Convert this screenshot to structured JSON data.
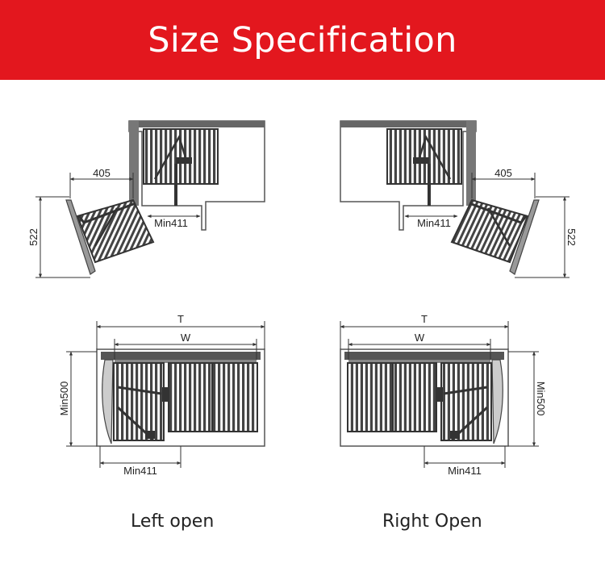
{
  "header": {
    "title": "Size Specification"
  },
  "colors": {
    "banner": "#e3171e",
    "line": "#333333",
    "frame": "#555555",
    "basket": "#3a3a3a",
    "dim": "#444444"
  },
  "plans": {
    "left": {
      "width_dim": "405",
      "depth_dim": "522",
      "min_opening": "Min411"
    },
    "right": {
      "width_dim": "405",
      "depth_dim": "522",
      "min_opening": "Min411"
    }
  },
  "elevations": {
    "left": {
      "total_label": "T",
      "width_label": "W",
      "height_dim": "Min500",
      "min_opening": "Min411"
    },
    "right": {
      "total_label": "T",
      "width_label": "W",
      "height_dim": "Min500",
      "min_opening": "Min411"
    }
  },
  "captions": {
    "left": "Left open",
    "right": "Right Open"
  }
}
